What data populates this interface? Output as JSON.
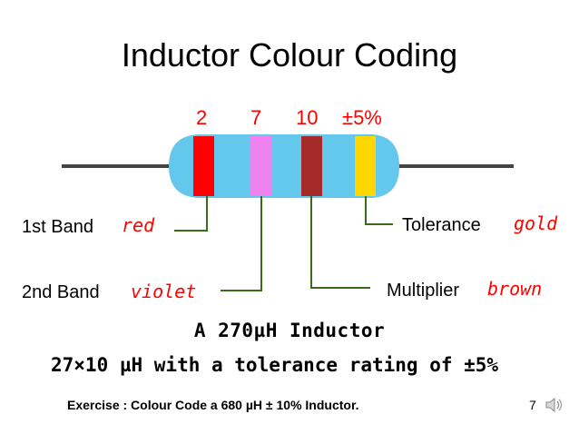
{
  "slide": {
    "title": "Inductor Colour Coding",
    "band_values": [
      "2",
      "7",
      "10",
      "±5%"
    ],
    "labels": {
      "band1_label": "1st Band",
      "band1_color": "red",
      "band2_label": "2nd Band",
      "band2_color": "violet",
      "multiplier_label": "Multiplier",
      "multiplier_color": "brown",
      "tolerance_label": "Tolerance",
      "tolerance_color": "gold"
    },
    "statement_line1": "A 270µH Inductor",
    "statement_line2": "27×10 µH with a tolerance rating of ±5%",
    "exercise": "Exercise : Colour Code a 680 µH ± 10% Inductor.",
    "page_number": "7"
  },
  "colors": {
    "body": "#63c8ec",
    "band1": "#ff0000",
    "band2": "#ee82ee",
    "multiplier": "#a52a2a",
    "tolerance": "#ffd700",
    "leader_lines": "#3a6b1a"
  },
  "icons": {
    "audio": "speaker-icon"
  }
}
